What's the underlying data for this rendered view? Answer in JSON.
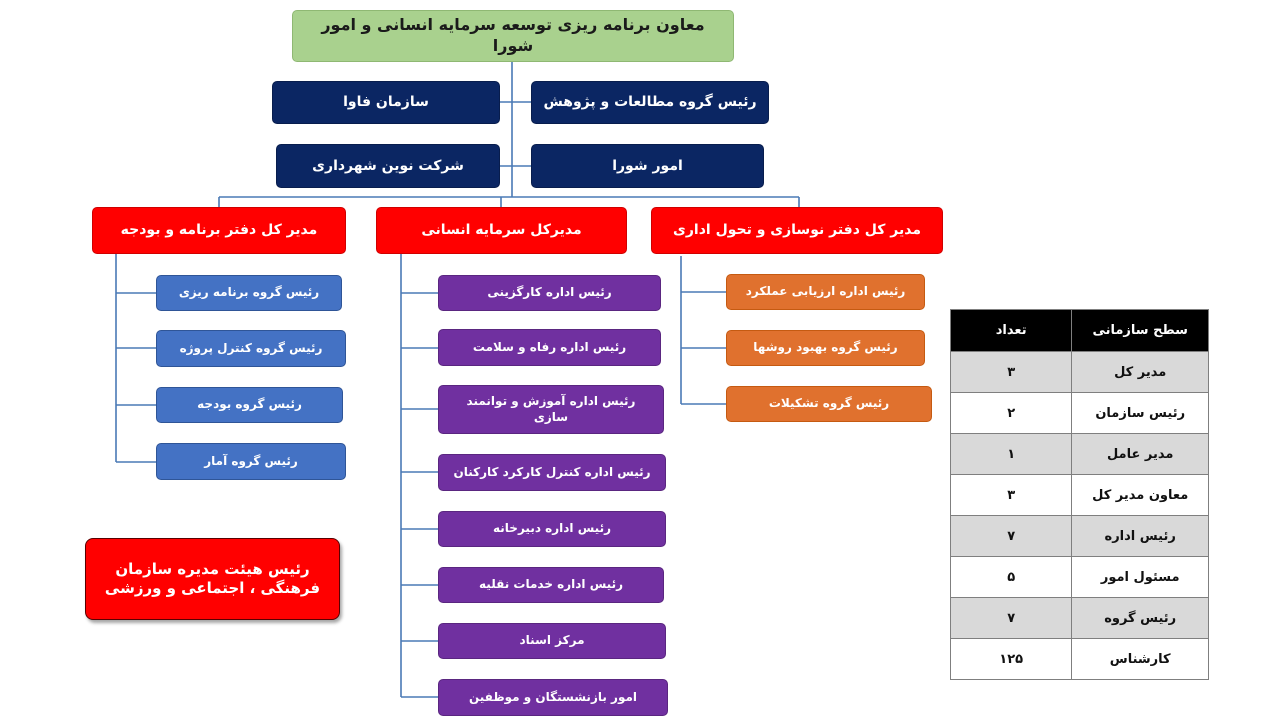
{
  "top": {
    "label": "معاون برنامه ریزی  توسعه سرمایه انسانی و امور شورا"
  },
  "side_units": [
    {
      "label": "رئیس گروه  مطالعات و پژوهش"
    },
    {
      "label": "سازمان فاوا"
    },
    {
      "label": "امور شورا"
    },
    {
      "label": "شرکت نوین شهرداری"
    }
  ],
  "departments": [
    {
      "label": "مدیر کل دفتر نوسازی و تحول اداری",
      "color": "#ff0000",
      "children": [
        {
          "label": "رئیس اداره ارزیابی عملکرد"
        },
        {
          "label": "رئیس گروه بهبود روشها"
        },
        {
          "label": "رئیس گروه تشکیلات"
        }
      ]
    },
    {
      "label": "مدیرکل  سرمایه انسانی",
      "color": "#ff0000",
      "children": [
        {
          "label": "رئیس اداره کارگزینی"
        },
        {
          "label": "رئیس اداره رفاه و سلامت"
        },
        {
          "label": "رئیس اداره آموزش و توانمند سازی"
        },
        {
          "label": "رئیس اداره کنترل  کارکرد کارکنان"
        },
        {
          "label": "رئیس اداره دبیرخانه"
        },
        {
          "label": "رئیس اداره خدمات نقلیه"
        },
        {
          "label": "مرکز اسناد"
        },
        {
          "label": "امور بازنشستگان و موظفین"
        }
      ]
    },
    {
      "label": "مدیر کل دفتر برنامه و بودجه",
      "color": "#ff0000",
      "children": [
        {
          "label": "رئیس گروه برنامه ریزی"
        },
        {
          "label": "رئیس گروه کنترل پروژه"
        },
        {
          "label": "رئیس گروه بودجه"
        },
        {
          "label": "رئیس گروه آمار"
        }
      ]
    }
  ],
  "board": {
    "label": "رئیس هیئت مدیره سازمان فرهنگی ، اجتماعی و ورزشی"
  },
  "levels_table": {
    "headers": [
      "سطح سازمانی",
      "تعداد"
    ],
    "rows": [
      [
        "مدیر کل",
        "۳"
      ],
      [
        "رئیس سازمان",
        "۲"
      ],
      [
        "مدیر عامل",
        "۱"
      ],
      [
        "معاون مدیر کل",
        "۳"
      ],
      [
        "رئیس اداره",
        "۷"
      ],
      [
        "مسئول امور",
        "۵"
      ],
      [
        "رئیس گروه",
        "۷"
      ],
      [
        "کارشناس",
        "۱۲۵"
      ]
    ]
  },
  "colors": {
    "top": "#a9d18e",
    "navy": "#0b2663",
    "red": "#ff0000",
    "blue": "#4472c4",
    "purple": "#7030a0",
    "orange": "#e0712e",
    "connector": "#4a7ab5"
  }
}
